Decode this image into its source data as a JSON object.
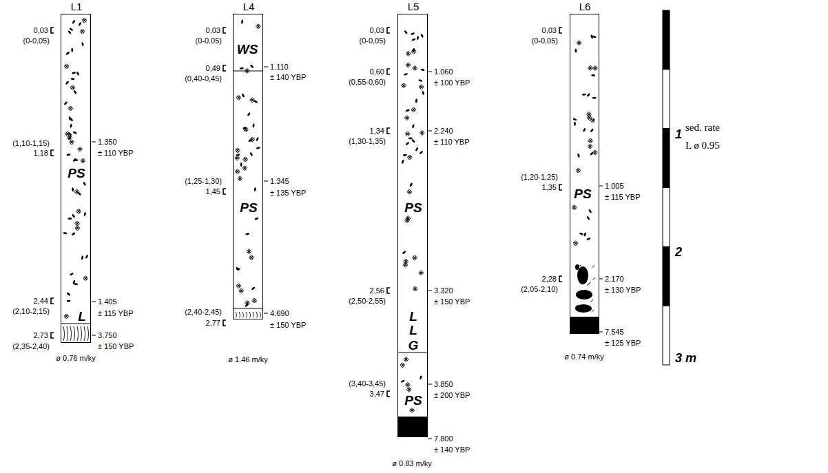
{
  "diagram": {
    "nodes": [
      {
        "text": [
          "L1",
          "PS",
          "L"
        ]
      },
      {
        "text": [
          "L4",
          "WS",
          "PS"
        ]
      },
      {
        "text": [
          "L5",
          "PS",
          "L",
          "L",
          "G",
          "PS"
        ]
      },
      {
        "text": [
          "L6",
          "PS"
        ]
      }
    ],
    "labels": [
      "0,03",
      "(0-0,05)",
      "(1,10-1,15)",
      "1,18",
      "1.350",
      "± 110 YBP",
      "2,44",
      "(2,10-2,15)",
      "1.405",
      "± 115 YBP",
      "2,73",
      "(2,35-2,40)",
      "3.750",
      "± 150 YBP",
      "ø 0.76 m/ky",
      "0,03",
      "(0-0,05)",
      "0,49",
      "(0,40-0,45)",
      "1.110",
      "± 140 YBP",
      "(1,25-1,30)",
      "1,45",
      "1.345",
      "± 135 YBP",
      "(2,40-2,45)",
      "2,77",
      "4.690",
      "± 150 YBP",
      "ø 1.46 m/ky",
      "0,03",
      "(0-0,05)",
      "0,60",
      "(0,55-0,60)",
      "1.060",
      "± 100 YBP",
      "1,34",
      "(1,30-1,35)",
      "2.240",
      "± 110 YBP",
      "2,56",
      "(2,50-2,55)",
      "3.320",
      "± 150 YBP",
      "(3,40-3,45)",
      "3,47",
      "3.850",
      "± 200 YBP",
      "7.800",
      "± 140 YBP",
      "ø 0.83 m/ky",
      "0,03",
      "(0-0,05)",
      "(1,20-1,25)",
      "1,35",
      "1.005",
      "± 115 YBP",
      "2,28",
      "(2,05-2,10)",
      "2.170",
      "± 130 YBP",
      "7.545",
      "± 125 YBP",
      "ø 0.74 m/ky",
      "1",
      "2",
      "3 m",
      "sed. rate",
      "L ø 0.95"
    ]
  }
}
